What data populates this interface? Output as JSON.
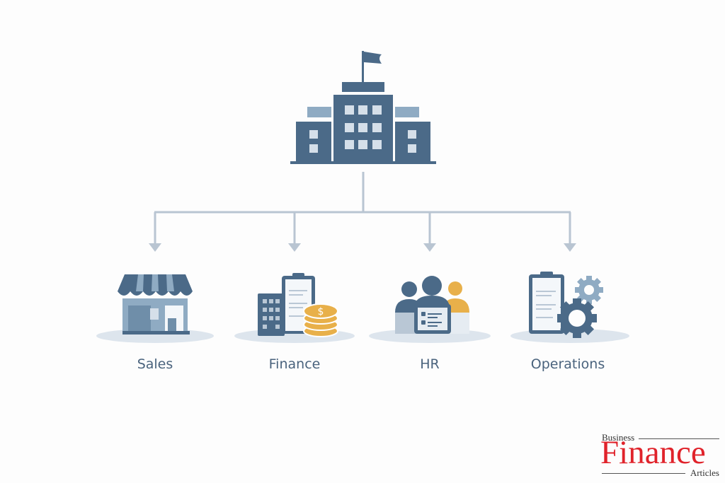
{
  "diagram": {
    "type": "org-chart",
    "root": {
      "name": "headquarters",
      "icon": "building-with-flag-icon"
    },
    "departments": [
      {
        "label": "Sales",
        "icon": "storefront-icon"
      },
      {
        "label": "Finance",
        "icon": "finance-building-clipboard-coins-icon"
      },
      {
        "label": "HR",
        "icon": "people-id-card-icon"
      },
      {
        "label": "Operations",
        "icon": "clipboard-gears-icon"
      }
    ],
    "colors": {
      "primary": "#4b6a88",
      "light": "#8fabc3",
      "pale": "#d5dfe9",
      "accent": "#e8b04a",
      "connector": "#b9c5d2",
      "label": "#4a637d"
    }
  },
  "logo": {
    "top": "Business",
    "main": "Finance",
    "bottom": "Articles"
  }
}
